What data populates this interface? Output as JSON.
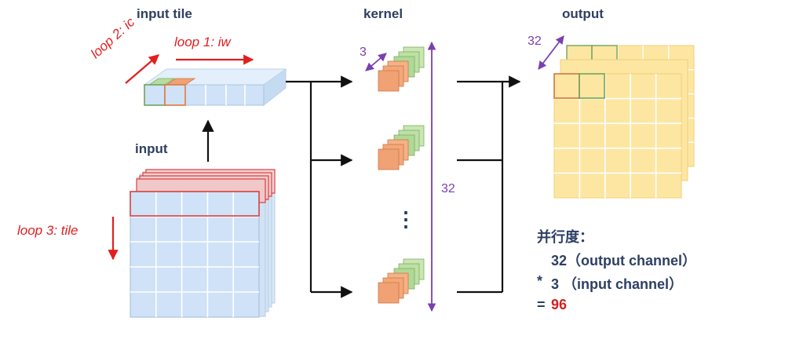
{
  "titles": {
    "input_tile": "input tile",
    "kernel": "kernel",
    "output": "output",
    "input": "input"
  },
  "loops": {
    "loop1": "loop 1: iw",
    "loop2": "loop 2: ic",
    "loop3": "loop 3: tile"
  },
  "dims": {
    "kernel_depth": "3",
    "kernel_count": "32",
    "output_depth": "32"
  },
  "ellipsis": "⋮",
  "parallelism": {
    "heading": "并行度：",
    "line1": "32（output channel）",
    "line2_op": "*",
    "line2": "3 （input channel）",
    "line3_op": "=",
    "result": "96"
  },
  "colors": {
    "text": "#2e3f63",
    "loop": "#e02020",
    "dimension": "#7a3fb0",
    "input_fill": "#cfe2f7",
    "input_highlight": "#d94040",
    "kernel_orange": "#f0a275",
    "kernel_green": "#b8dca0",
    "output_fill": "#fde6a2",
    "result": "#d42020"
  }
}
